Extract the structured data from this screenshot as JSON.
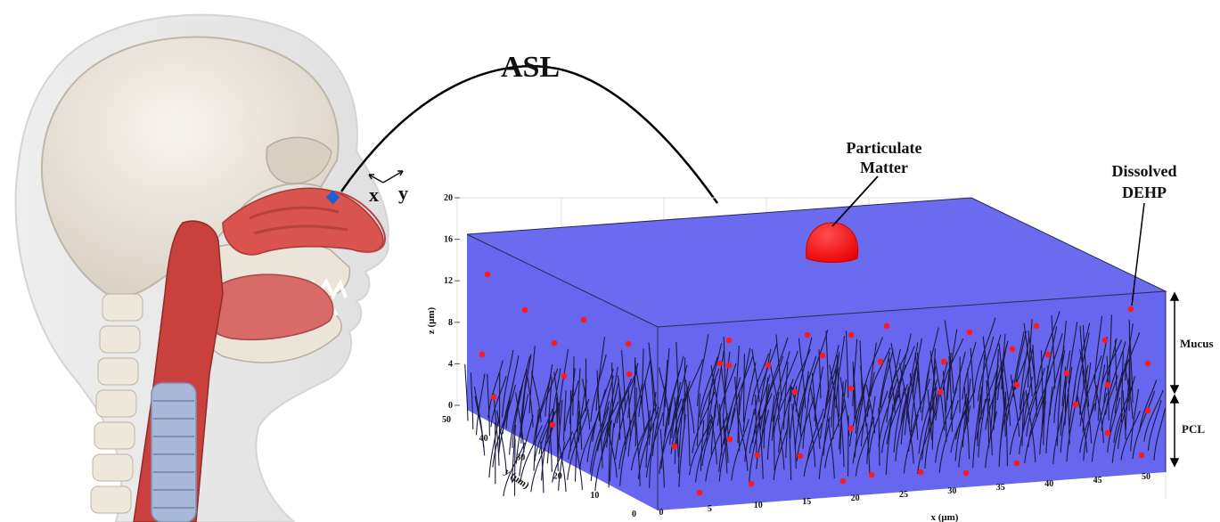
{
  "title": "ASL",
  "coordinate_labels": {
    "x": "x",
    "y": "y"
  },
  "callouts": {
    "particulate": [
      "Particulate",
      "Matter"
    ],
    "dehp": [
      "Dissolved",
      "DEHP"
    ]
  },
  "layers": {
    "mucus": "Mucus",
    "pcl": "PCL"
  },
  "axes": {
    "z": {
      "label": "z (μm)",
      "ticks": [
        "0",
        "4",
        "8",
        "12",
        "16",
        "20"
      ]
    },
    "y": {
      "label": "y (μm)",
      "ticks": [
        "0",
        "10",
        "20",
        "30",
        "40",
        "50"
      ]
    },
    "x": {
      "label": "x (μm)",
      "ticks": [
        "0",
        "5",
        "10",
        "15",
        "20",
        "25",
        "30",
        "35",
        "40",
        "45",
        "50"
      ]
    }
  },
  "colors": {
    "box_fill": "#6666ee",
    "box_top": "#6868ef",
    "particle": "#ff1a1a",
    "cilia": "#1a1a40",
    "tissue": "#d94a4a",
    "skull": "#efe9e0",
    "marker": "#1f5fd6"
  }
}
